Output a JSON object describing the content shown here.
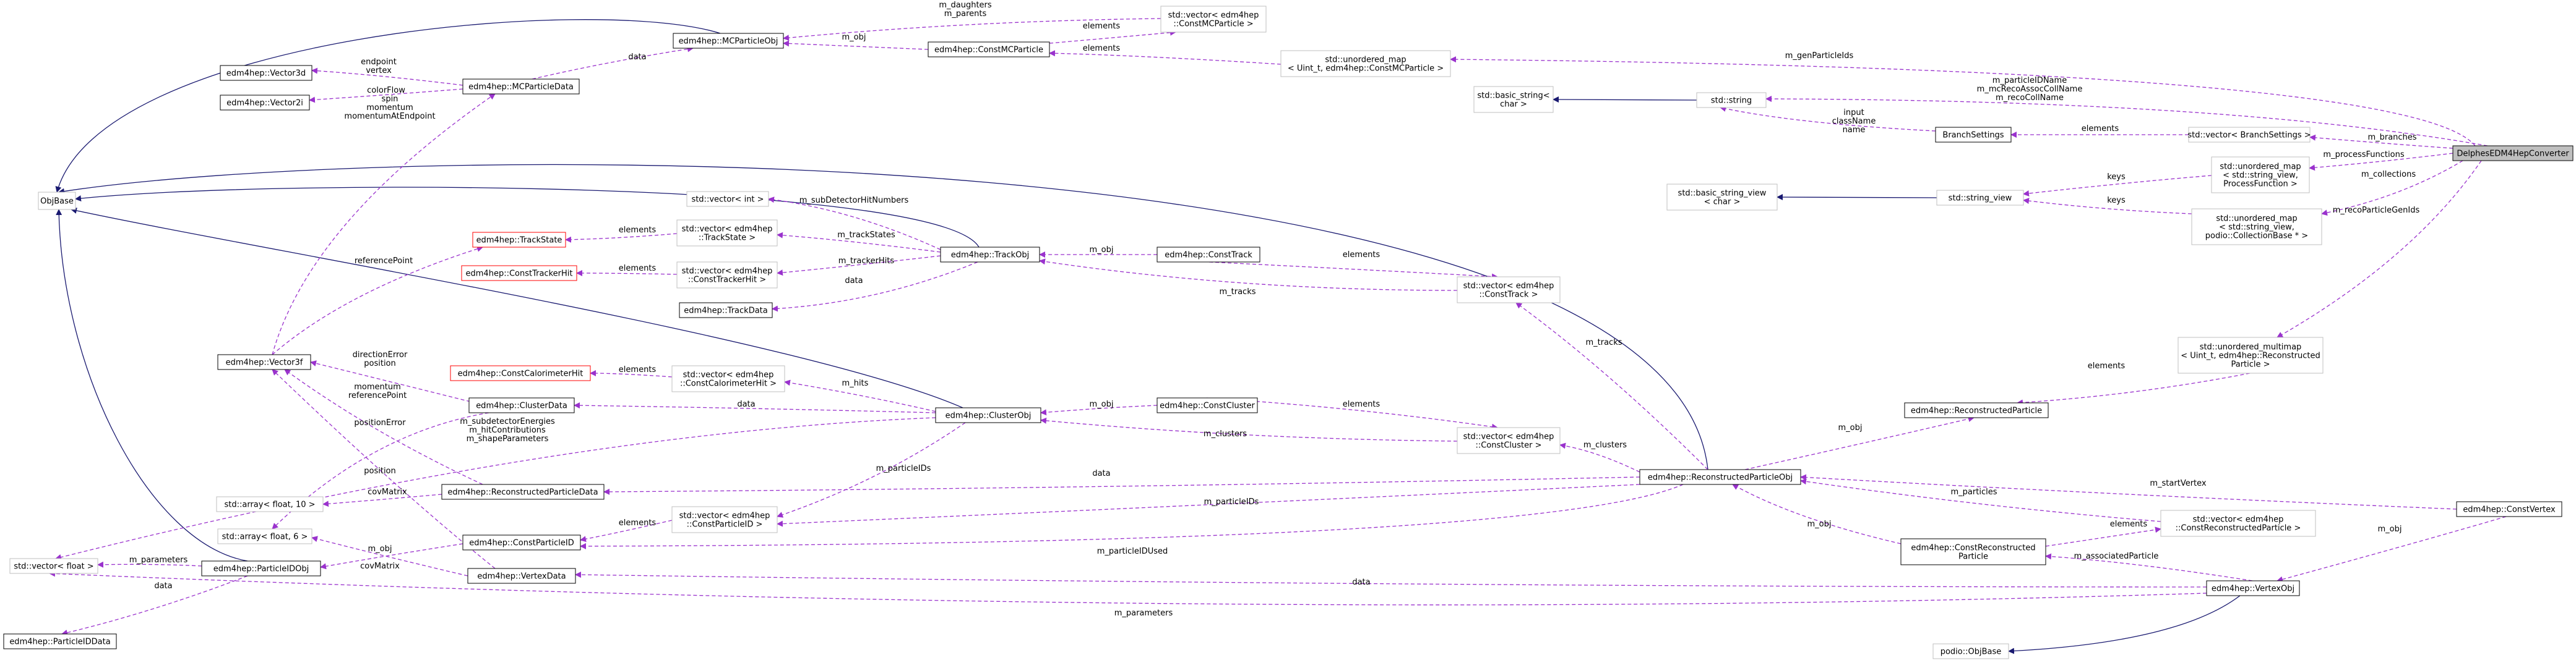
{
  "diagram": {
    "title": "DelphesEDM4HepConverter",
    "colors": {
      "background": "#ffffff",
      "inherit_edge": "#191970",
      "usage_edge": "#9a32cd",
      "node_border": "#000000",
      "external_node_border": "#bfbfbf",
      "missing_node_border": "#ff0000",
      "highlight_fill": "#bfbfbf"
    },
    "nodes": [
      {
        "id": "objbase",
        "lines": [
          "ObjBase"
        ],
        "style": "gray"
      },
      {
        "id": "mcparticleobj",
        "lines": [
          "edm4hep::MCParticleObj"
        ],
        "style": "normal"
      },
      {
        "id": "vec_constmcp",
        "lines": [
          "std::vector< edm4hep",
          "::ConstMCParticle >"
        ],
        "style": "gray"
      },
      {
        "id": "constmcparticle",
        "lines": [
          "edm4hep::ConstMCParticle"
        ],
        "style": "normal"
      },
      {
        "id": "umap_genparticle",
        "lines": [
          "std::unordered_map",
          "< Uint_t, edm4hep::ConstMCParticle >"
        ],
        "style": "gray"
      },
      {
        "id": "vector3d",
        "lines": [
          "edm4hep::Vector3d"
        ],
        "style": "normal"
      },
      {
        "id": "vector2i",
        "lines": [
          "edm4hep::Vector2i"
        ],
        "style": "normal"
      },
      {
        "id": "mcparticledata",
        "lines": [
          "edm4hep::MCParticleData"
        ],
        "style": "normal"
      },
      {
        "id": "basic_string",
        "lines": [
          "std::basic_string<",
          "char >"
        ],
        "style": "gray"
      },
      {
        "id": "std_string",
        "lines": [
          "std::string"
        ],
        "style": "gray"
      },
      {
        "id": "branchsettings",
        "lines": [
          "BranchSettings"
        ],
        "style": "normal"
      },
      {
        "id": "vec_branchsettings",
        "lines": [
          "std::vector< BranchSettings >"
        ],
        "style": "gray"
      },
      {
        "id": "converter",
        "lines": [
          "DelphesEDM4HepConverter"
        ],
        "style": "highlight"
      },
      {
        "id": "umap_process",
        "lines": [
          "std::unordered_map",
          "< std::string_view,",
          "ProcessFunction >"
        ],
        "style": "gray"
      },
      {
        "id": "basic_string_view",
        "lines": [
          "std::basic_string_view",
          "< char >"
        ],
        "style": "gray"
      },
      {
        "id": "string_view",
        "lines": [
          "std::string_view"
        ],
        "style": "gray"
      },
      {
        "id": "umap_collections",
        "lines": [
          "std::unordered_map",
          "< std::string_view,",
          "podio::CollectionBase * >"
        ],
        "style": "gray"
      },
      {
        "id": "vec_int",
        "lines": [
          "std::vector< int >"
        ],
        "style": "gray"
      },
      {
        "id": "trackstate",
        "lines": [
          "edm4hep::TrackState"
        ],
        "style": "missing"
      },
      {
        "id": "vec_trackstate",
        "lines": [
          "std::vector< edm4hep",
          "::TrackState >"
        ],
        "style": "gray"
      },
      {
        "id": "trackobj",
        "lines": [
          "edm4hep::TrackObj"
        ],
        "style": "normal"
      },
      {
        "id": "consttrack",
        "lines": [
          "edm4hep::ConstTrack"
        ],
        "style": "normal"
      },
      {
        "id": "consttrackerhit",
        "lines": [
          "edm4hep::ConstTrackerHit"
        ],
        "style": "missing"
      },
      {
        "id": "vec_consttrackerhit",
        "lines": [
          "std::vector< edm4hep",
          "::ConstTrackerHit >"
        ],
        "style": "gray"
      },
      {
        "id": "trackdata",
        "lines": [
          "edm4hep::TrackData"
        ],
        "style": "normal"
      },
      {
        "id": "vec_consttrack",
        "lines": [
          "std::vector< edm4hep",
          "::ConstTrack >"
        ],
        "style": "gray"
      },
      {
        "id": "vector3f",
        "lines": [
          "edm4hep::Vector3f"
        ],
        "style": "normal"
      },
      {
        "id": "umap_reco",
        "lines": [
          "std::unordered_multimap",
          "< Uint_t, edm4hep::Reconstructed",
          "Particle >"
        ],
        "style": "gray"
      },
      {
        "id": "constcalohit",
        "lines": [
          "edm4hep::ConstCalorimeterHit"
        ],
        "style": "missing"
      },
      {
        "id": "vec_constcalohit",
        "lines": [
          "std::vector< edm4hep",
          "::ConstCalorimeterHit >"
        ],
        "style": "gray"
      },
      {
        "id": "clusterdata",
        "lines": [
          "edm4hep::ClusterData"
        ],
        "style": "normal"
      },
      {
        "id": "clusterobj",
        "lines": [
          "edm4hep::ClusterObj"
        ],
        "style": "normal"
      },
      {
        "id": "constcluster",
        "lines": [
          "edm4hep::ConstCluster"
        ],
        "style": "normal"
      },
      {
        "id": "recoparticle",
        "lines": [
          "edm4hep::ReconstructedParticle"
        ],
        "style": "normal"
      },
      {
        "id": "vec_constcluster",
        "lines": [
          "std::vector< edm4hep",
          "::ConstCluster >"
        ],
        "style": "gray"
      },
      {
        "id": "recoparticledata",
        "lines": [
          "edm4hep::ReconstructedParticleData"
        ],
        "style": "normal"
      },
      {
        "id": "recoparticleobj",
        "lines": [
          "edm4hep::ReconstructedParticleObj"
        ],
        "style": "normal"
      },
      {
        "id": "array_f10",
        "lines": [
          "std::array< float, 10 >"
        ],
        "style": "gray"
      },
      {
        "id": "vec_constparticleid",
        "lines": [
          "std::vector< edm4hep",
          "::ConstParticleID >"
        ],
        "style": "gray"
      },
      {
        "id": "vec_constrecoparticle",
        "lines": [
          "std::vector< edm4hep",
          "::ConstReconstructedParticle >"
        ],
        "style": "gray"
      },
      {
        "id": "constvertex",
        "lines": [
          "edm4hep::ConstVertex"
        ],
        "style": "normal"
      },
      {
        "id": "array_f6",
        "lines": [
          "std::array< float, 6 >"
        ],
        "style": "gray"
      },
      {
        "id": "constparticleid",
        "lines": [
          "edm4hep::ConstParticleID"
        ],
        "style": "normal"
      },
      {
        "id": "constrecoparticle",
        "lines": [
          "edm4hep::ConstReconstructed",
          "Particle"
        ],
        "style": "normal"
      },
      {
        "id": "vec_float",
        "lines": [
          "std::vector< float >"
        ],
        "style": "gray"
      },
      {
        "id": "particleidobj",
        "lines": [
          "edm4hep::ParticleIDObj"
        ],
        "style": "normal"
      },
      {
        "id": "vertexdata",
        "lines": [
          "edm4hep::VertexData"
        ],
        "style": "normal"
      },
      {
        "id": "vertexobj",
        "lines": [
          "edm4hep::VertexObj"
        ],
        "style": "normal"
      },
      {
        "id": "particleiddata",
        "lines": [
          "edm4hep::ParticleIDData"
        ],
        "style": "normal"
      },
      {
        "id": "podio_objbase",
        "lines": [
          "podio::ObjBase"
        ],
        "style": "gray"
      }
    ],
    "edges": [
      {
        "from": "mcparticleobj",
        "to": "objbase",
        "kind": "inherit",
        "labels": []
      },
      {
        "from": "trackobj",
        "to": "objbase",
        "kind": "inherit",
        "labels": []
      },
      {
        "from": "clusterobj",
        "to": "objbase",
        "kind": "inherit",
        "labels": []
      },
      {
        "from": "recoparticleobj",
        "to": "objbase",
        "kind": "inherit",
        "labels": []
      },
      {
        "from": "particleidobj",
        "to": "objbase",
        "kind": "inherit",
        "labels": []
      },
      {
        "from": "std_string",
        "to": "basic_string",
        "kind": "inherit",
        "labels": []
      },
      {
        "from": "string_view",
        "to": "basic_string_view",
        "kind": "inherit",
        "labels": []
      },
      {
        "from": "vertexobj",
        "to": "podio_objbase",
        "kind": "inherit",
        "labels": []
      },
      {
        "from": "vec_constmcp",
        "to": "mcparticleobj",
        "kind": "use",
        "labels": [
          "m_daughters",
          "m_parents"
        ]
      },
      {
        "from": "constmcparticle",
        "to": "mcparticleobj",
        "kind": "use",
        "labels": [
          "m_obj"
        ]
      },
      {
        "from": "constmcparticle",
        "to": "vec_constmcp",
        "kind": "use",
        "labels": [
          "elements"
        ]
      },
      {
        "from": "constmcparticle",
        "to": "umap_genparticle",
        "kind": "use",
        "labels": [
          "elements"
        ]
      },
      {
        "from": "umap_genparticle",
        "to": "converter",
        "kind": "use",
        "labels": [
          "m_genParticleIds"
        ]
      },
      {
        "from": "mcparticledata",
        "to": "mcparticleobj",
        "kind": "use",
        "labels": [
          "data"
        ]
      },
      {
        "from": "vector3d",
        "to": "mcparticledata",
        "kind": "use",
        "labels": [
          "endpoint",
          "vertex"
        ]
      },
      {
        "from": "vector2i",
        "to": "mcparticledata",
        "kind": "use",
        "labels": [
          "colorFlow"
        ]
      },
      {
        "from": "vector3f",
        "to": "mcparticledata",
        "kind": "use",
        "labels": [
          "spin",
          "momentum",
          "momentumAtEndpoint"
        ]
      },
      {
        "from": "std_string",
        "to": "converter",
        "kind": "use",
        "labels": [
          "m_particleIDName",
          "m_mcRecoAssocCollName",
          "m_recoCollName"
        ]
      },
      {
        "from": "std_string",
        "to": "branchsettings",
        "kind": "use",
        "labels": [
          "input",
          "className",
          "name"
        ]
      },
      {
        "from": "branchsettings",
        "to": "vec_branchsettings",
        "kind": "use",
        "labels": [
          "elements"
        ]
      },
      {
        "from": "vec_branchsettings",
        "to": "converter",
        "kind": "use",
        "labels": [
          "m_branches"
        ]
      },
      {
        "from": "umap_process",
        "to": "converter",
        "kind": "use",
        "labels": [
          "m_processFunctions"
        ]
      },
      {
        "from": "umap_collections",
        "to": "converter",
        "kind": "use",
        "labels": [
          "m_collections"
        ]
      },
      {
        "from": "string_view",
        "to": "umap_process",
        "kind": "use",
        "labels": [
          "keys"
        ]
      },
      {
        "from": "string_view",
        "to": "umap_collections",
        "kind": "use",
        "labels": [
          "keys"
        ]
      },
      {
        "from": "umap_reco",
        "to": "converter",
        "kind": "use",
        "labels": [
          "m_recoParticleGenIds"
        ]
      },
      {
        "from": "vec_int",
        "to": "trackobj",
        "kind": "use",
        "labels": [
          "m_subDetectorHitNumbers"
        ]
      },
      {
        "from": "vec_trackstate",
        "to": "trackobj",
        "kind": "use",
        "labels": [
          "m_trackStates"
        ]
      },
      {
        "from": "trackstate",
        "to": "vec_trackstate",
        "kind": "use",
        "labels": [
          "elements"
        ]
      },
      {
        "from": "vector3f",
        "to": "trackstate",
        "kind": "use",
        "labels": [
          "referencePoint"
        ]
      },
      {
        "from": "vec_consttrackerhit",
        "to": "trackobj",
        "kind": "use",
        "labels": [
          "m_trackerHits"
        ]
      },
      {
        "from": "consttrackerhit",
        "to": "vec_consttrackerhit",
        "kind": "use",
        "labels": [
          "elements"
        ]
      },
      {
        "from": "trackdata",
        "to": "trackobj",
        "kind": "use",
        "labels": [
          "data"
        ]
      },
      {
        "from": "consttrack",
        "to": "trackobj",
        "kind": "use",
        "labels": [
          "m_obj"
        ]
      },
      {
        "from": "consttrack",
        "to": "vec_consttrack",
        "kind": "use",
        "labels": [
          "elements"
        ]
      },
      {
        "from": "vec_consttrack",
        "to": "trackobj",
        "kind": "use",
        "labels": [
          "m_tracks"
        ]
      },
      {
        "from": "vec_consttrack",
        "to": "recoparticleobj",
        "kind": "use",
        "labels": [
          "m_tracks"
        ]
      },
      {
        "from": "recoparticle",
        "to": "umap_reco",
        "kind": "use",
        "labels": [
          "elements"
        ]
      },
      {
        "from": "constcalohit",
        "to": "vec_constcalohit",
        "kind": "use",
        "labels": [
          "elements"
        ]
      },
      {
        "from": "vec_constcalohit",
        "to": "clusterobj",
        "kind": "use",
        "labels": [
          "m_hits"
        ]
      },
      {
        "from": "clusterdata",
        "to": "clusterobj",
        "kind": "use",
        "labels": [
          "data"
        ]
      },
      {
        "from": "vector3f",
        "to": "clusterdata",
        "kind": "use",
        "labels": [
          "directionError",
          "position"
        ]
      },
      {
        "from": "array_f6",
        "to": "clusterdata",
        "kind": "use",
        "labels": [
          "positionError"
        ]
      },
      {
        "from": "vec_float",
        "to": "clusterobj",
        "kind": "use",
        "labels": [
          "m_subdetectorEnergies",
          "m_hitContributions",
          "m_shapeParameters"
        ]
      },
      {
        "from": "constcluster",
        "to": "clusterobj",
        "kind": "use",
        "labels": [
          "m_obj"
        ]
      },
      {
        "from": "constcluster",
        "to": "vec_constcluster",
        "kind": "use",
        "labels": [
          "elements"
        ]
      },
      {
        "from": "vec_constcluster",
        "to": "clusterobj",
        "kind": "use",
        "labels": [
          "m_clusters"
        ]
      },
      {
        "from": "vec_constcluster",
        "to": "recoparticleobj",
        "kind": "use",
        "labels": [
          "m_clusters"
        ]
      },
      {
        "from": "recoparticleobj",
        "to": "recoparticle",
        "kind": "use",
        "labels": [
          "m_obj"
        ]
      },
      {
        "from": "recoparticledata",
        "to": "recoparticleobj",
        "kind": "use",
        "labels": [
          "data"
        ]
      },
      {
        "from": "vector3f",
        "to": "recoparticledata",
        "kind": "use",
        "labels": [
          "momentum",
          "referencePoint"
        ]
      },
      {
        "from": "array_f10",
        "to": "recoparticledata",
        "kind": "use",
        "labels": [
          "covMatrix"
        ]
      },
      {
        "from": "vec_constparticleid",
        "to": "clusterobj",
        "kind": "use",
        "labels": [
          "m_particleIDs"
        ]
      },
      {
        "from": "vec_constparticleid",
        "to": "recoparticleobj",
        "kind": "use",
        "labels": [
          "m_particleIDs"
        ]
      },
      {
        "from": "constparticleid",
        "to": "vec_constparticleid",
        "kind": "use",
        "labels": [
          "elements"
        ]
      },
      {
        "from": "constparticleid",
        "to": "recoparticleobj",
        "kind": "use",
        "labels": [
          "m_particleIDUsed"
        ]
      },
      {
        "from": "constparticleid",
        "to": "particleidobj",
        "kind": "use",
        "labels": [
          "m_obj"
        ]
      },
      {
        "from": "vec_constrecoparticle",
        "to": "recoparticleobj",
        "kind": "use",
        "labels": [
          "m_particles"
        ]
      },
      {
        "from": "constrecoparticle",
        "to": "vec_constrecoparticle",
        "kind": "use",
        "labels": [
          "elements"
        ]
      },
      {
        "from": "constrecoparticle",
        "to": "recoparticleobj",
        "kind": "use",
        "labels": [
          "m_obj"
        ]
      },
      {
        "from": "constrecoparticle",
        "to": "vertexobj",
        "kind": "use",
        "labels": [
          "m_associatedParticle"
        ]
      },
      {
        "from": "constvertex",
        "to": "recoparticleobj",
        "kind": "use",
        "labels": [
          "m_startVertex"
        ]
      },
      {
        "from": "constvertex",
        "to": "vertexobj",
        "kind": "use",
        "labels": [
          "m_obj"
        ]
      },
      {
        "from": "array_f6",
        "to": "vertexdata",
        "kind": "use",
        "labels": [
          "covMatrix"
        ]
      },
      {
        "from": "vector3f",
        "to": "vertexdata",
        "kind": "use",
        "labels": [
          "position"
        ]
      },
      {
        "from": "vertexdata",
        "to": "vertexobj",
        "kind": "use",
        "labels": [
          "data"
        ]
      },
      {
        "from": "vec_float",
        "to": "particleidobj",
        "kind": "use",
        "labels": [
          "m_parameters"
        ]
      },
      {
        "from": "vec_float",
        "to": "vertexobj",
        "kind": "use",
        "labels": [
          "m_parameters"
        ]
      },
      {
        "from": "particleidobj",
        "to": "particleiddata",
        "kind": "use",
        "labels": [
          "data"
        ]
      }
    ]
  }
}
